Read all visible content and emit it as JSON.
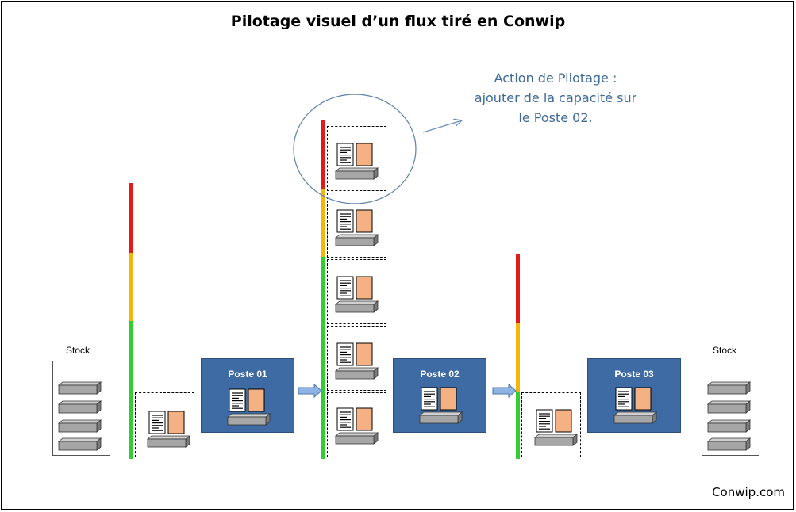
{
  "title": "Pilotage visuel d’un flux tiré en Conwip",
  "note": {
    "lines": [
      "Action de Pilotage :",
      "ajouter de la capacité sur",
      "le Poste 02."
    ]
  },
  "stock_label": "Stock",
  "stations": [
    {
      "label": "Poste 01"
    },
    {
      "label": "Poste 02"
    },
    {
      "label": "Poste 03"
    }
  ],
  "footer": "Conwip.com",
  "colors": {
    "station_fill": "#3e6ba3",
    "note_text": "#3e6a99",
    "gauge_red": "#e31a1c",
    "gauge_orange": "#f5b50a",
    "gauge_green": "#33cc33",
    "document_orange": "#f4b183",
    "arrow_fill": "#8eb4e3"
  },
  "icons": [
    "document-icon",
    "orange-card-icon",
    "machine-base-icon",
    "flow-arrow-icon",
    "stock-item-icon"
  ]
}
